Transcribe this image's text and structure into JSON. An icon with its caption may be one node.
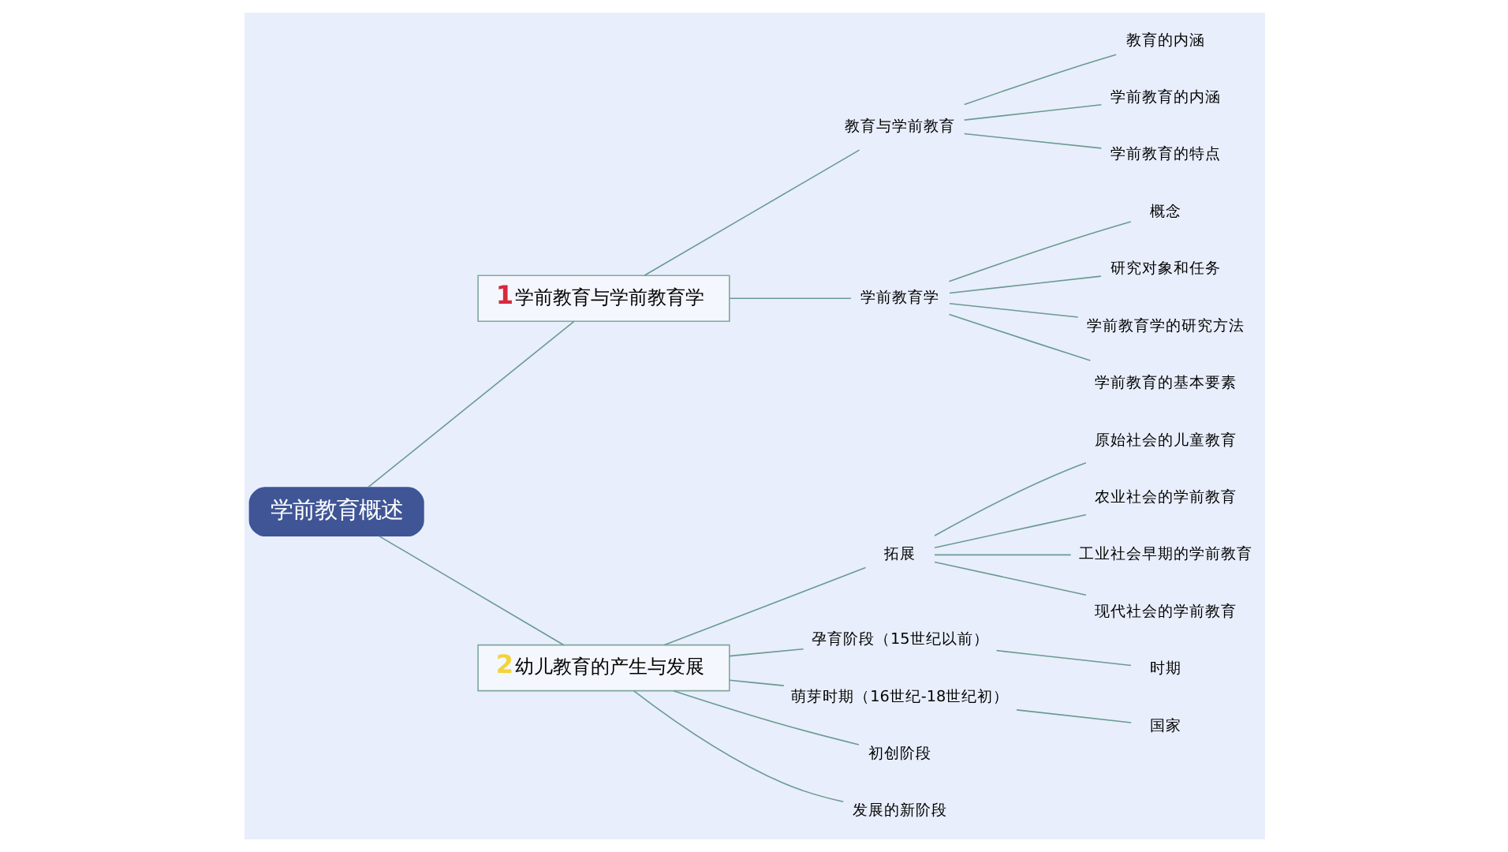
{
  "diagram": {
    "nodes": [
      {
        "text": [
          "学前教育概述"
        ]
      },
      {
        "text": [
          "1",
          "学前教育与学前教育学"
        ]
      },
      {
        "text": [
          "教育与学前教育"
        ]
      },
      {
        "text": [
          "教育的内涵"
        ]
      },
      {
        "text": [
          "学前教育的内涵"
        ]
      },
      {
        "text": [
          "学前教育的特点"
        ]
      },
      {
        "text": [
          "学前教育学"
        ]
      },
      {
        "text": [
          "概念"
        ]
      },
      {
        "text": [
          "研究对象和任务"
        ]
      },
      {
        "text": [
          "学前教育学的研究方法"
        ]
      },
      {
        "text": [
          "学前教育的基本要素"
        ]
      },
      {
        "text": [
          "2",
          "幼儿教育的产生与发展"
        ]
      },
      {
        "text": [
          "拓展"
        ]
      },
      {
        "text": [
          "原始社会的儿童教育"
        ]
      },
      {
        "text": [
          "农业社会的学前教育"
        ]
      },
      {
        "text": [
          "工业社会早期的学前教育"
        ]
      },
      {
        "text": [
          "现代社会的学前教育"
        ]
      },
      {
        "text": [
          "孕育阶段（15世纪以前）"
        ]
      },
      {
        "text": [
          "时期"
        ]
      },
      {
        "text": [
          "萌芽时期（16世纪-18世纪初）"
        ]
      },
      {
        "text": [
          "国家"
        ]
      },
      {
        "text": [
          "初创阶段"
        ]
      },
      {
        "text": [
          "发展的新阶段"
        ]
      }
    ],
    "edges": [
      {
        "from": 0,
        "to": 1,
        "arrow": "none"
      },
      {
        "from": 1,
        "to": 2,
        "arrow": "none"
      },
      {
        "from": 2,
        "to": 3,
        "arrow": "none"
      },
      {
        "from": 2,
        "to": 4,
        "arrow": "none"
      },
      {
        "from": 2,
        "to": 5,
        "arrow": "none"
      },
      {
        "from": 1,
        "to": 6,
        "arrow": "none"
      },
      {
        "from": 6,
        "to": 7,
        "arrow": "none"
      },
      {
        "from": 6,
        "to": 8,
        "arrow": "none"
      },
      {
        "from": 6,
        "to": 9,
        "arrow": "none"
      },
      {
        "from": 6,
        "to": 10,
        "arrow": "none"
      },
      {
        "from": 0,
        "to": 11,
        "arrow": "none"
      },
      {
        "from": 11,
        "to": 12,
        "arrow": "none"
      },
      {
        "from": 12,
        "to": 13,
        "arrow": "none"
      },
      {
        "from": 12,
        "to": 14,
        "arrow": "none"
      },
      {
        "from": 12,
        "to": 15,
        "arrow": "none"
      },
      {
        "from": 12,
        "to": 16,
        "arrow": "none"
      },
      {
        "from": 11,
        "to": 17,
        "arrow": "none"
      },
      {
        "from": 17,
        "to": 18,
        "arrow": "none"
      },
      {
        "from": 11,
        "to": 19,
        "arrow": "none"
      },
      {
        "from": 19,
        "to": 20,
        "arrow": "none"
      },
      {
        "from": 11,
        "to": 21,
        "arrow": "none"
      },
      {
        "from": 11,
        "to": 22,
        "arrow": "none"
      }
    ]
  }
}
